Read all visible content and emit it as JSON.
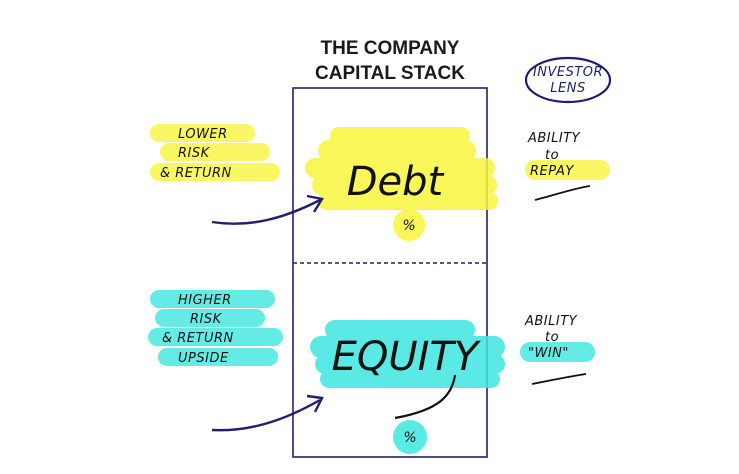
{
  "title": [
    "THE COMPANY",
    "CAPITAL STACK"
  ],
  "badge": {
    "text": [
      "INVESTOR",
      "LENS"
    ]
  },
  "debt": {
    "label": "Debt",
    "pct": "%",
    "left_note": [
      "LOWER",
      "RISK",
      "& RETURN"
    ],
    "right_note": [
      "ABILITY",
      "to",
      "REPAY"
    ]
  },
  "equity": {
    "label": "EQUITY",
    "pct": "%",
    "left_note": [
      "HIGHER",
      "RISK",
      "& RETURN",
      "UPSIDE"
    ],
    "right_note": [
      "ABILITY",
      "to",
      "\"WIN\""
    ]
  },
  "colors": {
    "debt_highlight": "#f7f53c",
    "equity_highlight": "#3ee6e0",
    "box_stroke": "#1f1f6e",
    "arrow": "#1f1f6e"
  }
}
